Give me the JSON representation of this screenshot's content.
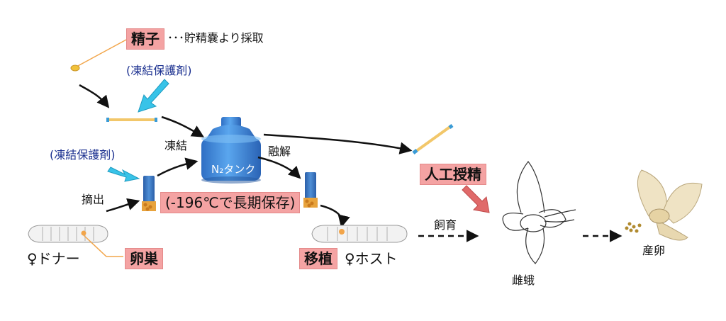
{
  "labels": {
    "sperm": "精子",
    "sperm_note": "･･･貯精嚢より採取",
    "cryoprotectant_top": "(凍結保護剤)",
    "cryoprotectant_left": "(凍結保護剤)",
    "freeze": "凍結",
    "thaw": "融解",
    "tank": "N₂タンク",
    "storage": "(-196℃で長期保存)",
    "extract": "摘出",
    "ovary": "卵巣",
    "donor": "♀ドナー",
    "transplant": "移植",
    "host": "♀ホスト",
    "rearing": "飼育",
    "insemination": "人工授精",
    "female_moth": "雌蛾",
    "oviposition": "産卵"
  },
  "colors": {
    "pink_box": "#f4a3a3",
    "tank_blue": "#3f88d6",
    "cryo_arrow": "#38c3e8",
    "red_arrow": "#e06a6a",
    "orange_line": "#f2a54a",
    "egg_yellow": "#f2c23a"
  },
  "icons": [
    "spoon-icon",
    "straw-icon",
    "vial-icon",
    "n2-tank-icon",
    "silkworm-icon",
    "moth-icon",
    "moth-with-eggs-icon"
  ]
}
